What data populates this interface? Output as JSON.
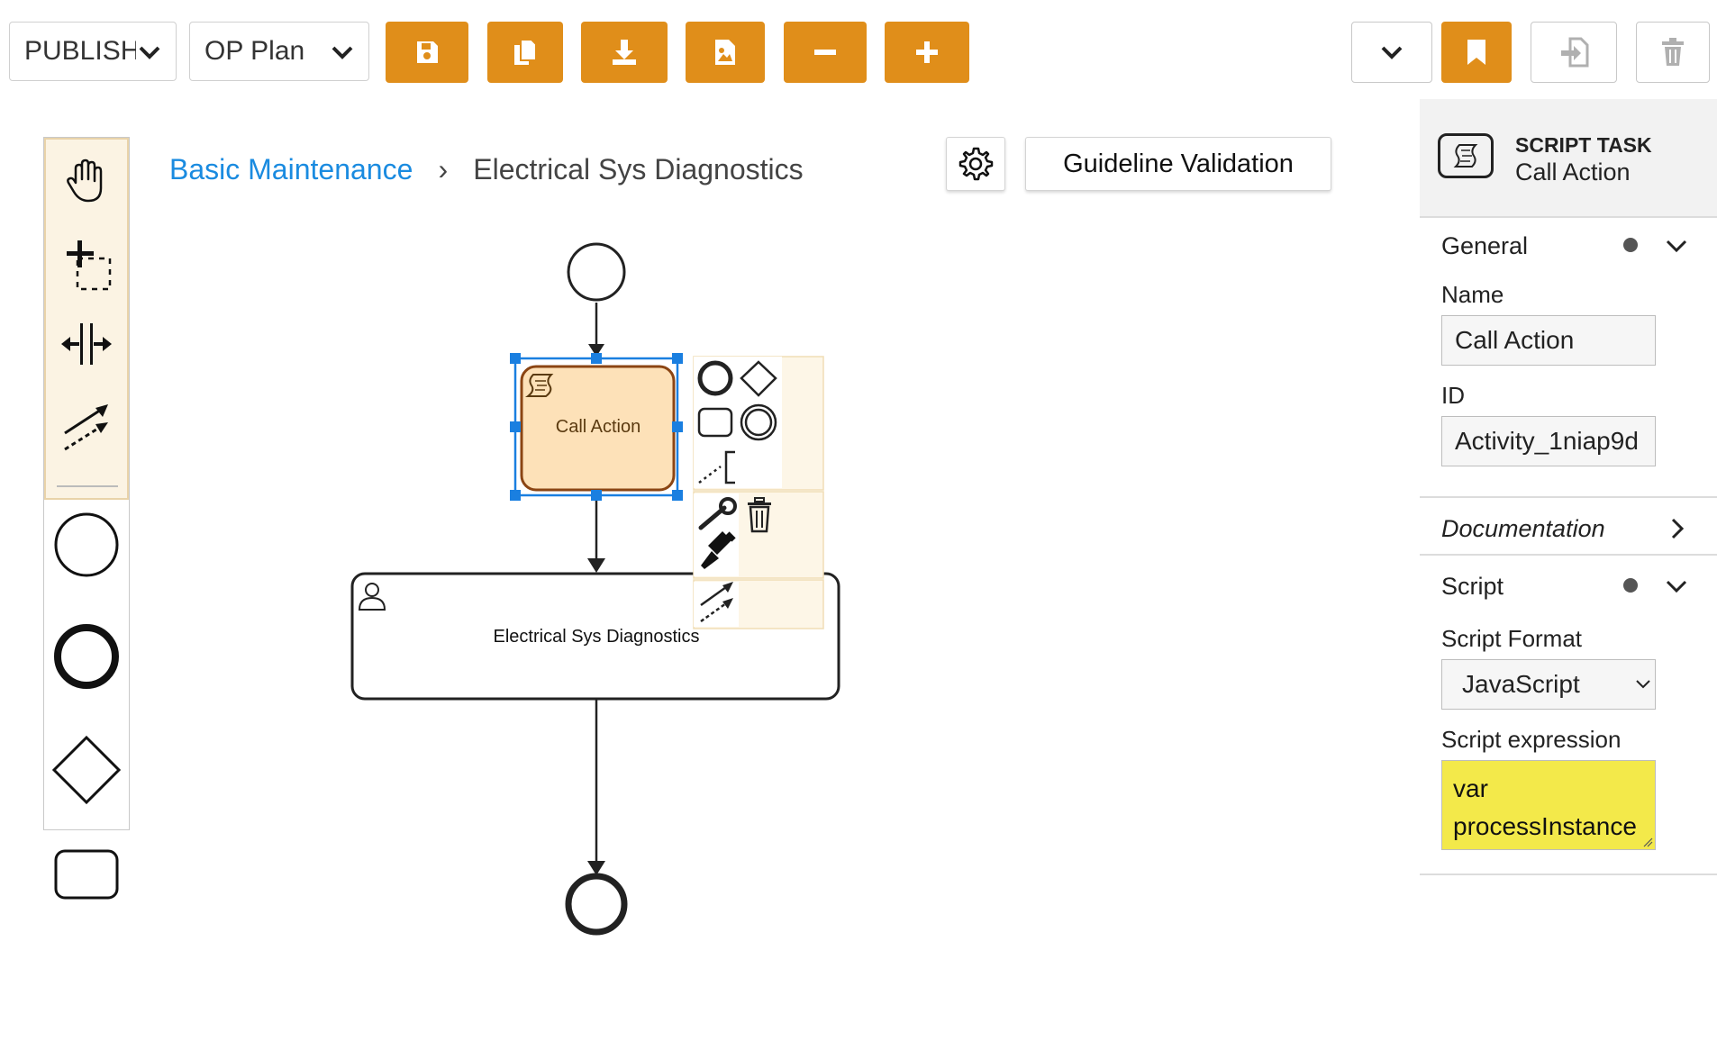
{
  "toolbar": {
    "status_select": "PUBLISH",
    "plan_select": "OP Plan",
    "buttons": [
      "save-icon",
      "copy-icon",
      "download-icon",
      "image-export-icon",
      "zoom-out-icon",
      "zoom-in-icon"
    ],
    "right_buttons": [
      "chevron-down-icon",
      "bookmark-icon",
      "import-icon",
      "trash-icon"
    ],
    "accent": "#e08e1a"
  },
  "breadcrumb": {
    "parent": "Basic Maintenance",
    "separator": "›",
    "current": "Electrical Sys Diagnostics"
  },
  "actions": {
    "validate_label": "Guideline Validation"
  },
  "diagram": {
    "selected_task": "Call Action",
    "user_task": "Electrical Sys Diagnostics",
    "selection_color": "#1a7fe0",
    "task_fill": "#fde1b8",
    "task_stroke": "#8b4513"
  },
  "properties": {
    "type": "SCRIPT TASK",
    "name_title": "Call Action",
    "general": {
      "heading": "General",
      "name_label": "Name",
      "name_value": "Call Action",
      "id_label": "ID",
      "id_value": "Activity_1niap9d"
    },
    "documentation": {
      "heading": "Documentation"
    },
    "script": {
      "heading": "Script",
      "format_label": "Script Format",
      "format_value": "JavaScript",
      "expression_label": "Script expression",
      "expression_line1": "var",
      "expression_line2": "processInstance",
      "highlight": "#f3e94a"
    }
  }
}
